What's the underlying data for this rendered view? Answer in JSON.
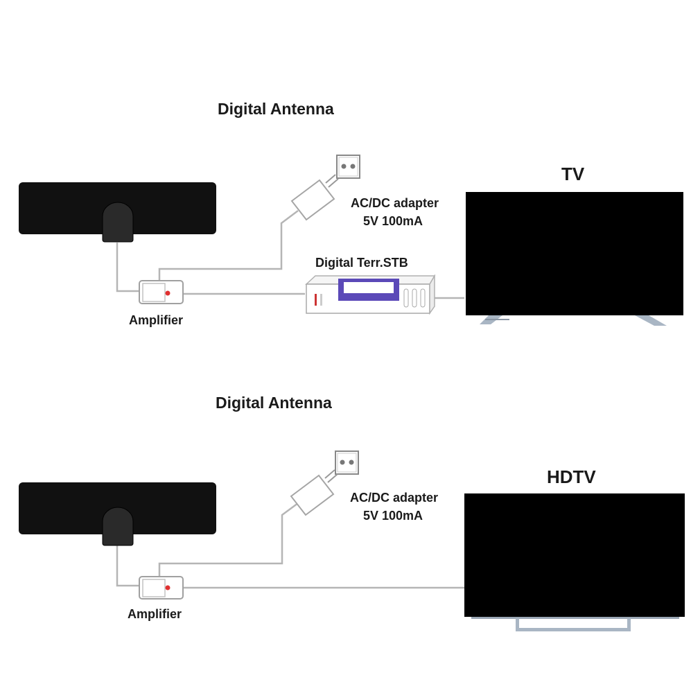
{
  "diagrams": [
    {
      "title": "Digital Antenna",
      "adapter_line1": "AC/DC adapter",
      "adapter_line2": "5V 100mA",
      "stb_label": "Digital Terr.STB",
      "amplifier_label": "Amplifier",
      "tv_label": "TV"
    },
    {
      "title": "Digital Antenna",
      "adapter_line1": "AC/DC adapter",
      "adapter_line2": "5V 100mA",
      "amplifier_label": "Amplifier",
      "tv_label": "HDTV"
    }
  ],
  "colors": {
    "antenna": "#111111",
    "cable": "#b5b5b5",
    "tv_screen": "#000000",
    "tv_stand": "#a9b6c4",
    "led": "#e03030",
    "stb_display": "#5b49b8"
  }
}
